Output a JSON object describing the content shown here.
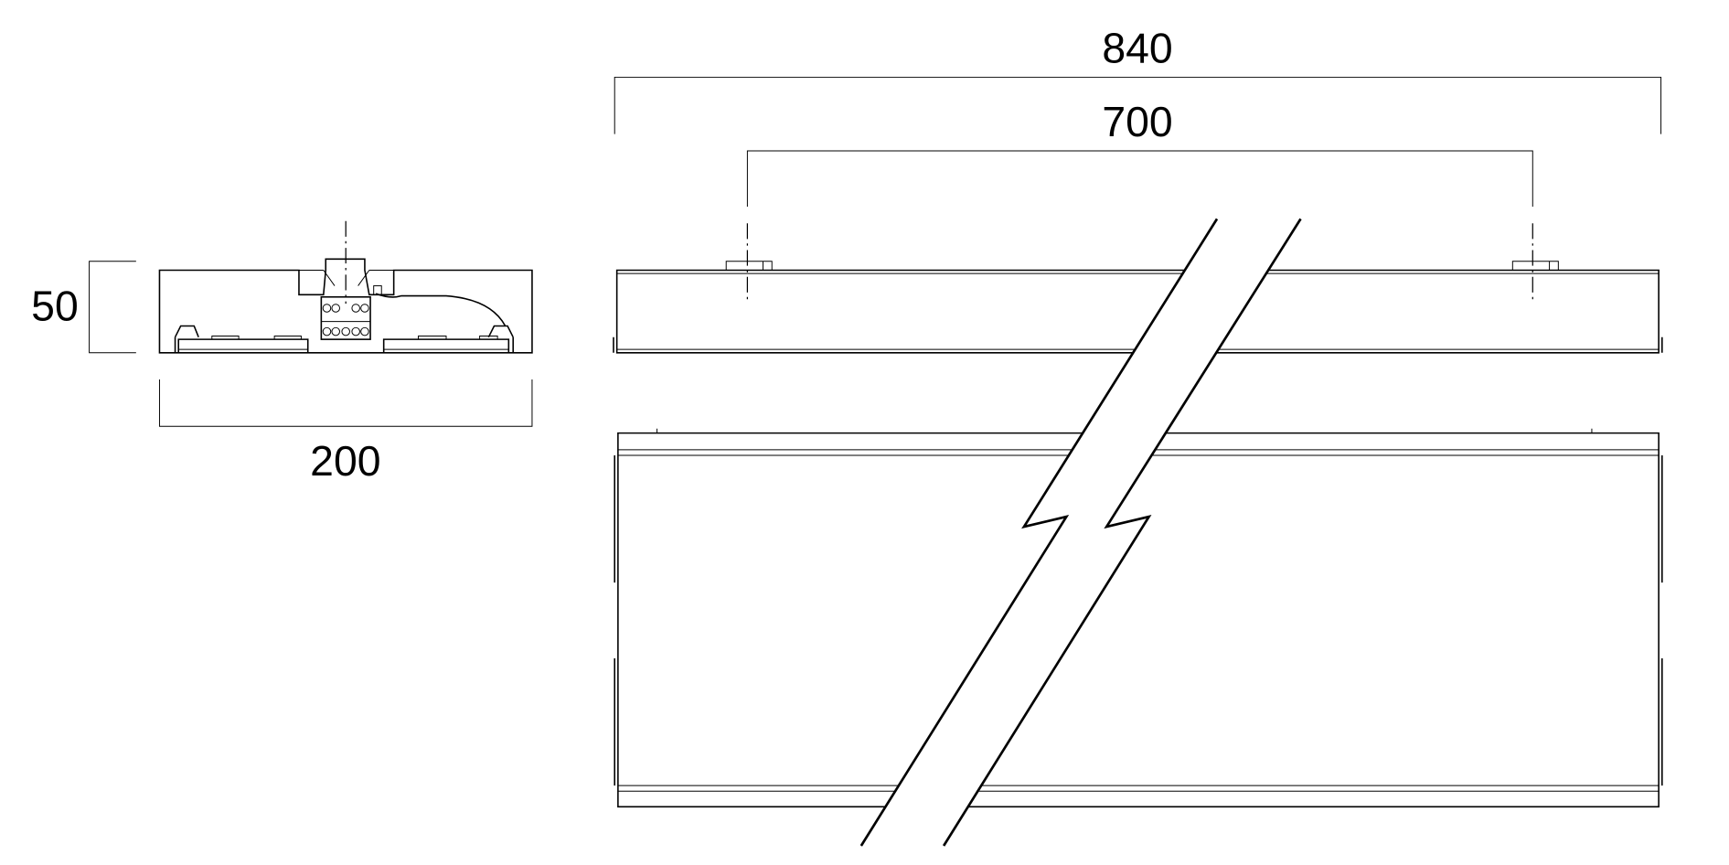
{
  "dimensions": {
    "overall_length": "840",
    "mounting_distance": "700",
    "height": "50",
    "width": "200"
  },
  "colors": {
    "line": "#000000",
    "background": "#ffffff"
  }
}
